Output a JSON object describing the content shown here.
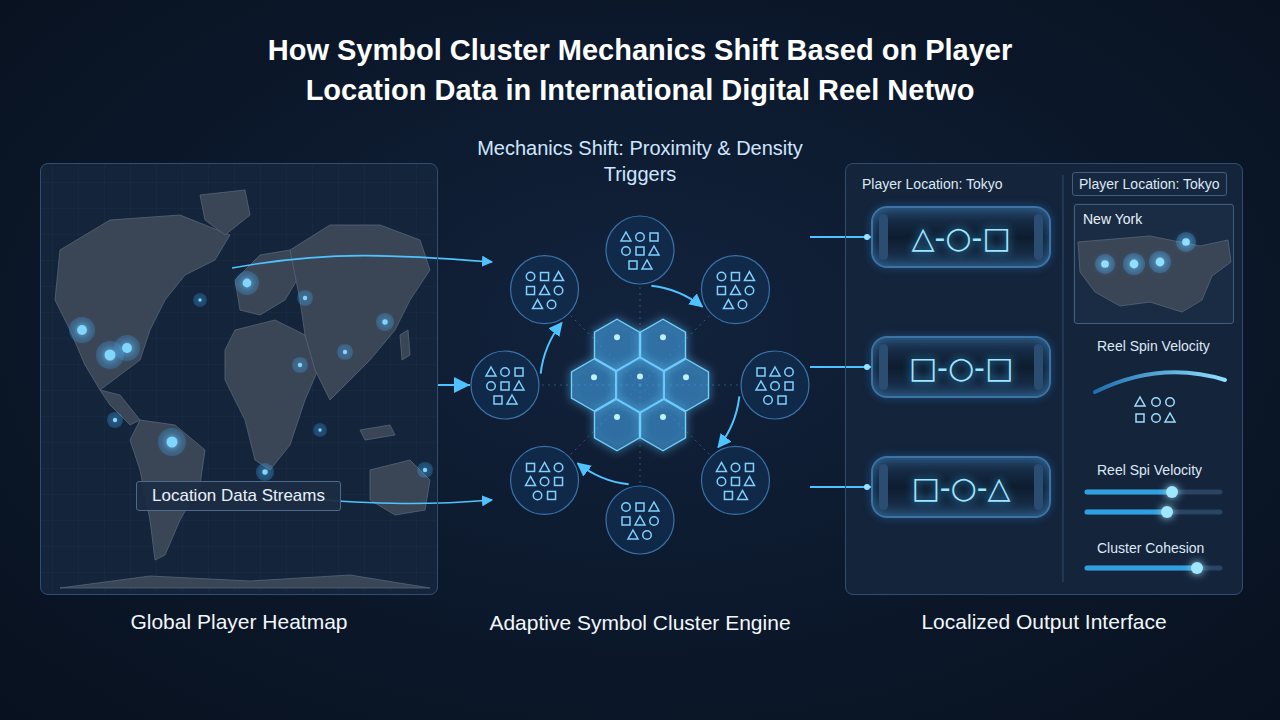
{
  "diagram": {
    "title": "How Symbol Cluster Mechanics Shift Based on Player Location Data in International Digital Reel Netwo",
    "nodes": [
      {
        "text": [
          "Global Player Heatmap"
        ]
      },
      {
        "text": [
          "Location Data Streams"
        ],
        "in": 0
      },
      {
        "text": [
          "Mechanics Shift: Proximity & Density Triggers",
          "Adaptive Symbol Cluster Engine"
        ]
      },
      {
        "text": [
          "Localized Output Interface"
        ]
      },
      {
        "text": [
          "△-○-□"
        ],
        "in": 3
      },
      {
        "text": [
          "□-○-□"
        ],
        "in": 3
      },
      {
        "text": [
          "□-○-△"
        ],
        "in": 3
      },
      {
        "text": [
          "New York"
        ],
        "in": 3
      }
    ],
    "edges": [
      {
        "from": 0,
        "to": 2,
        "arrow": "to"
      },
      {
        "from": 2,
        "to": 4,
        "arrow": "none"
      },
      {
        "from": 2,
        "to": 5,
        "arrow": "none"
      },
      {
        "from": 2,
        "to": 6,
        "arrow": "none"
      }
    ],
    "labels": [
      "Player Location: Tokyo",
      "Player Location: Tokyo",
      "Reel Spin Velocity",
      "Reel Spi Velocity",
      "Cluster Cohesion"
    ]
  }
}
